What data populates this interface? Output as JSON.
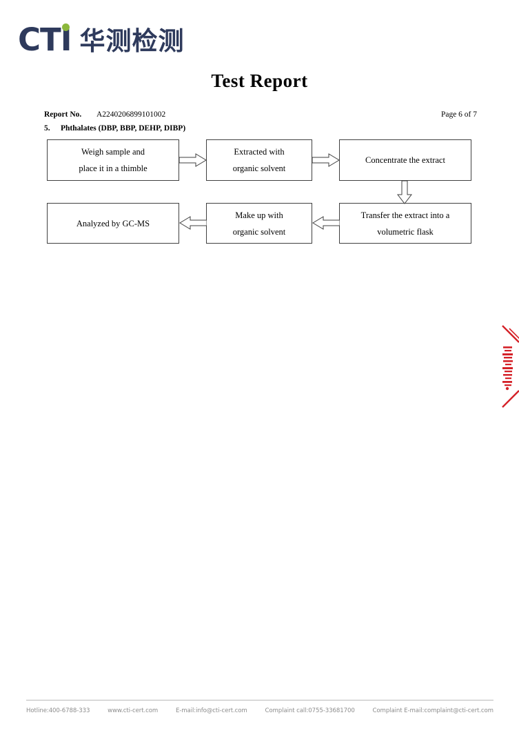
{
  "brand": {
    "logo_latin": "CTI",
    "logo_chinese": "华测检测",
    "logo_navy": "#2e3a5c",
    "logo_dot_green": "#8cb83c"
  },
  "document": {
    "title": "Test Report",
    "report_no_label": "Report No.",
    "report_no_value": "A2240206899101002",
    "page_indicator": "Page 6 of 7"
  },
  "section": {
    "number": "5.",
    "heading": "Phthalates (DBP, BBP, DEHP, DIBP)"
  },
  "flowchart": {
    "type": "process-flow",
    "boxes": [
      {
        "id": "weigh",
        "line1": "Weigh sample and",
        "line2": "place it in a thimble"
      },
      {
        "id": "extract",
        "line1": "Extracted with",
        "line2": "organic solvent"
      },
      {
        "id": "concentrate",
        "line1": "Concentrate the extract",
        "line2": ""
      },
      {
        "id": "transfer",
        "line1": "Transfer the extract into a",
        "line2": "volumetric flask"
      },
      {
        "id": "makeup",
        "line1": "Make up with",
        "line2": "organic solvent"
      },
      {
        "id": "gcms",
        "line1": "Analyzed by GC-MS",
        "line2": ""
      }
    ],
    "arrows": [
      {
        "from": "weigh",
        "to": "extract",
        "direction": "right"
      },
      {
        "from": "extract",
        "to": "concentrate",
        "direction": "right"
      },
      {
        "from": "concentrate",
        "to": "transfer",
        "direction": "down"
      },
      {
        "from": "transfer",
        "to": "makeup",
        "direction": "left"
      },
      {
        "from": "makeup",
        "to": "gcms",
        "direction": "left"
      }
    ]
  },
  "stamp": {
    "color": "#d42128"
  },
  "footer": {
    "hotline": "Hotline:400-6788-333",
    "website": "www.cti-cert.com",
    "email": "E-mail:info@cti-cert.com",
    "complaint_call": "Complaint call:0755-33681700",
    "complaint_email": "Complaint E-mail:complaint@cti-cert.com"
  }
}
